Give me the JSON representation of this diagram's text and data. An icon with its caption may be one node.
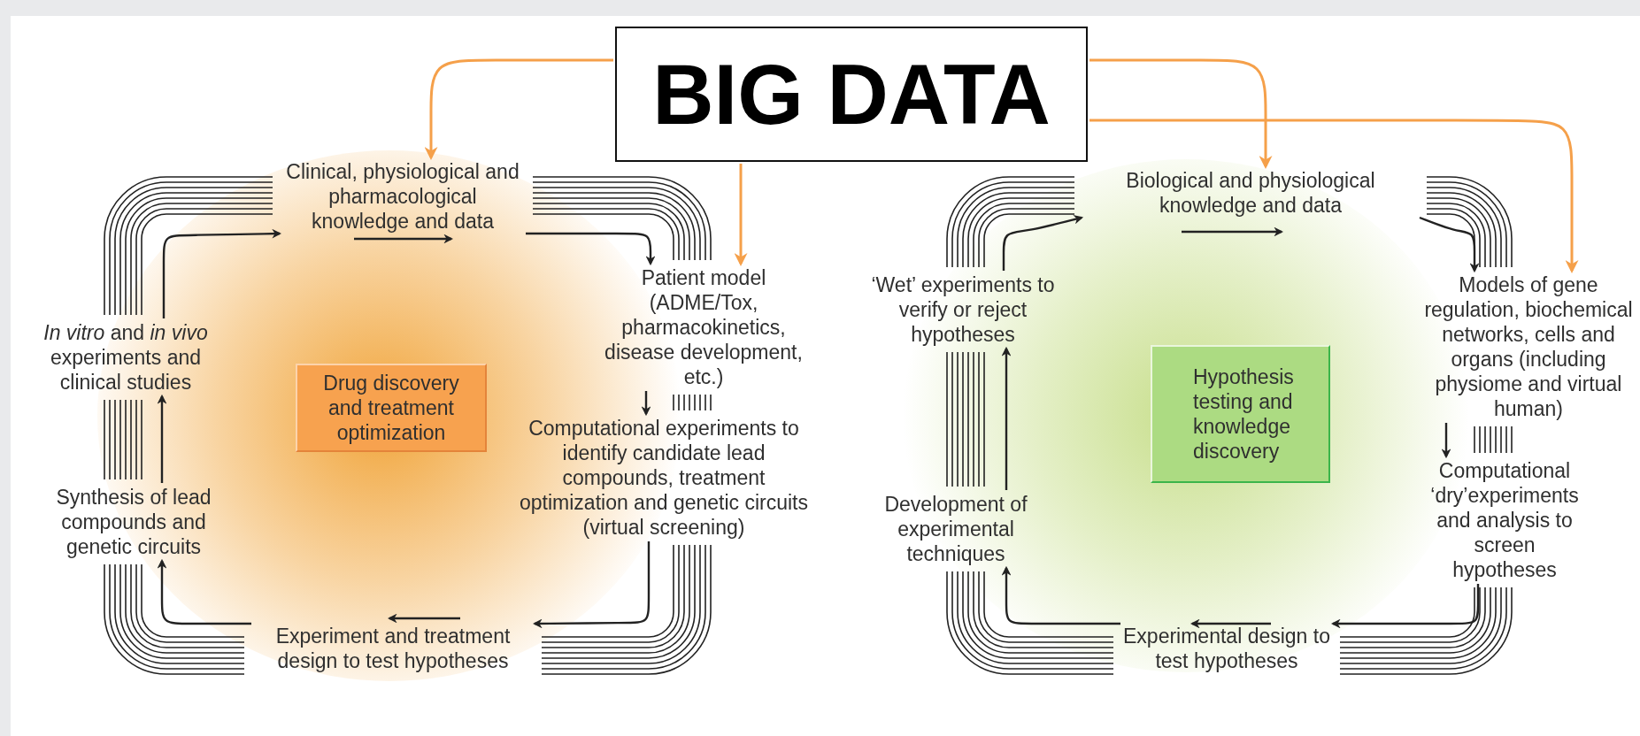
{
  "diagram": {
    "nodes": [
      {
        "text": [
          "BIG DATA"
        ]
      },
      {
        "text": [
          "Clinical, physiological and pharmacological knowledge and data"
        ]
      },
      {
        "text": [
          "Patient model (ADME/Tox, pharmacokinetics, disease development, etc.)"
        ]
      },
      {
        "text": [
          "Computational experiments to identify candidate lead compounds, treatment optimization and genetic circuits (virtual screening)"
        ]
      },
      {
        "text": [
          "Experiment and treatment design to test hypotheses"
        ]
      },
      {
        "text": [
          "Synthesis of lead compounds and genetic circuits"
        ]
      },
      {
        "text": [
          "*In vitro* and *in vivo* experiments and clinical studies"
        ]
      },
      {
        "text": [
          "Drug discovery and treatment optimization"
        ]
      },
      {
        "text": [
          "Biological and physiological knowledge and data"
        ]
      },
      {
        "text": [
          "Models of gene regulation, biochemical networks, cells and organs (including physiome and virtual human)"
        ]
      },
      {
        "text": [
          "Computational ‘dry’experiments and analysis to screen hypotheses"
        ]
      },
      {
        "text": [
          "Experimental design to test hypotheses"
        ]
      },
      {
        "text": [
          "Development of experimental techniques"
        ]
      },
      {
        "text": [
          "‘Wet’ experiments to verify or reject hypotheses"
        ]
      },
      {
        "text": [
          "Hypothesis testing and knowledge discovery"
        ]
      }
    ],
    "edges": [
      {
        "from": 0,
        "to": 1,
        "arrow": "to",
        "color": "#f5a04a"
      },
      {
        "from": 0,
        "to": 2,
        "arrow": "to",
        "color": "#f5a04a"
      },
      {
        "from": 0,
        "to": 8,
        "arrow": "to",
        "color": "#f5a04a"
      },
      {
        "from": 0,
        "to": 9,
        "arrow": "to",
        "color": "#f5a04a"
      },
      {
        "from": 6,
        "to": 1,
        "arrow": "to"
      },
      {
        "from": 1,
        "to": 2,
        "arrow": "to"
      },
      {
        "from": 2,
        "to": 3,
        "arrow": "to"
      },
      {
        "from": 3,
        "to": 4,
        "arrow": "to"
      },
      {
        "from": 4,
        "to": 5,
        "arrow": "to"
      },
      {
        "from": 5,
        "to": 6,
        "arrow": "to"
      },
      {
        "from": 13,
        "to": 8,
        "arrow": "to"
      },
      {
        "from": 8,
        "to": 9,
        "arrow": "to"
      },
      {
        "from": 9,
        "to": 10,
        "arrow": "to"
      },
      {
        "from": 10,
        "to": 11,
        "arrow": "to"
      },
      {
        "from": 11,
        "to": 12,
        "arrow": "to"
      },
      {
        "from": 12,
        "to": 13,
        "arrow": "to"
      }
    ]
  }
}
